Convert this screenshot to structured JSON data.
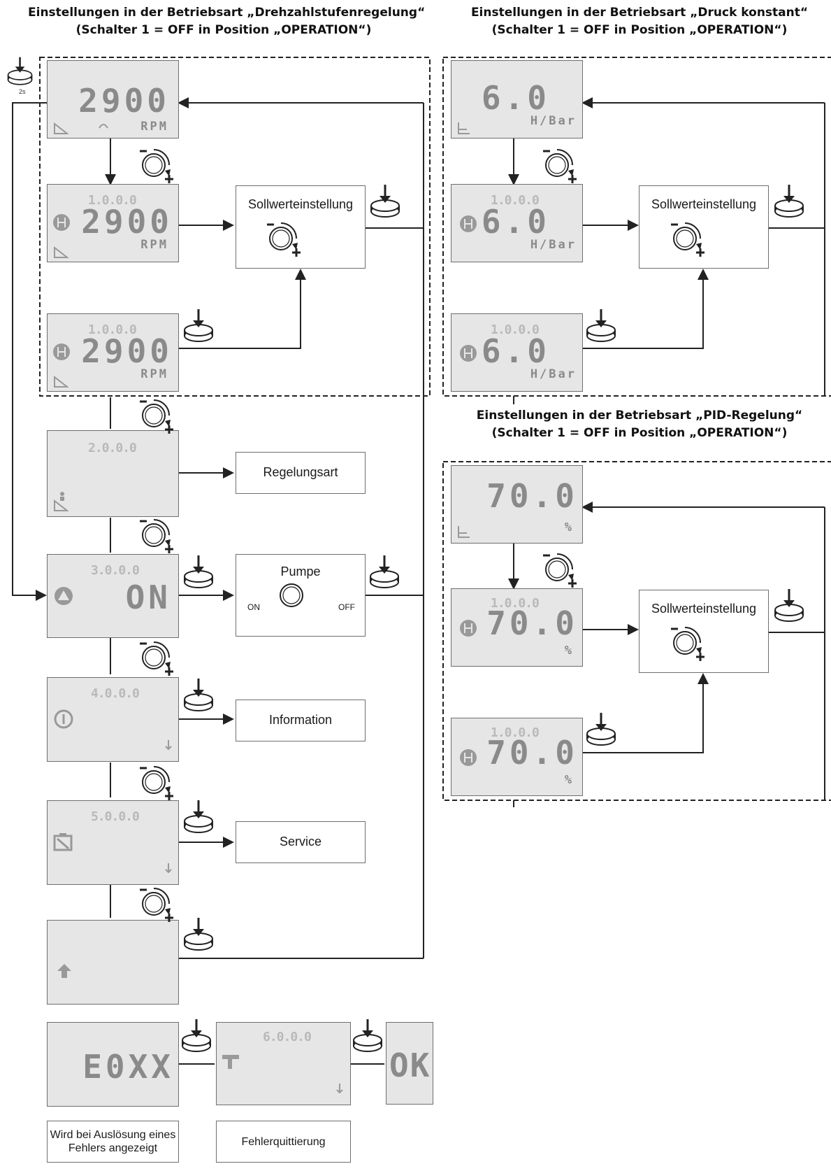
{
  "titles": {
    "left": [
      "Einstellungen in der Betriebsart „Drehzahlstufenregelung“",
      "(Schalter 1 = OFF in Position „OPERATION“)"
    ],
    "top_right": [
      "Einstellungen in der Betriebsart „Druck konstant“",
      "(Schalter 1 = OFF in Position „OPERATION“)"
    ],
    "mid_right": [
      "Einstellungen in der Betriebsart „PID-Regelung“",
      "(Schalter 1 = OFF in Position „OPERATION“)"
    ]
  },
  "left_chain": {
    "main_display": {
      "value": "2900",
      "unit": "RPM"
    },
    "setpoint_display": {
      "code": "1.0.0.0",
      "value": "2900",
      "unit": "RPM"
    },
    "setpoint_confirm_display": {
      "code": "1.0.0.0",
      "value": "2900",
      "unit": "RPM"
    },
    "setpoint_box": "Sollwerteinstellung",
    "menu_2": {
      "code": "2.0.0.0",
      "box": "Regelungsart"
    },
    "menu_3": {
      "code": "3.0.0.0",
      "value": "ON",
      "box": "Pumpe",
      "on_label": "ON",
      "off_label": "OFF"
    },
    "menu_4": {
      "code": "4.0.0.0",
      "box": "Information"
    },
    "menu_5": {
      "code": "5.0.0.0",
      "box": "Service"
    },
    "press_hint": "2s"
  },
  "pressure_chain": {
    "main_display": {
      "value": "6.0",
      "unit": "H/Bar"
    },
    "setpoint_display": {
      "code": "1.0.0.0",
      "value": "6.0",
      "unit": "H/Bar"
    },
    "setpoint_confirm_display": {
      "code": "1.0.0.0",
      "value": "6.0",
      "unit": "H/Bar"
    },
    "setpoint_box": "Sollwerteinstellung"
  },
  "pid_chain": {
    "main_display": {
      "value": "70.0",
      "unit": "%"
    },
    "setpoint_display": {
      "code": "1.0.0.0",
      "value": "70.0",
      "unit": "%"
    },
    "setpoint_confirm_display": {
      "code": "1.0.0.0",
      "value": "70.0",
      "unit": "%"
    },
    "setpoint_box": "Sollwerteinstellung"
  },
  "error_chain": {
    "error_display": "E0XX",
    "error_caption": "Wird bei Auslösung eines Fehlers angezeigt",
    "ack_display": {
      "code": "6.0.0.0"
    },
    "ack_caption": "Fehlerquittierung",
    "ok_display": "OK"
  },
  "icons": [
    "press-button-icon",
    "rotary-knob-icon",
    "back-arrow-icon",
    "pump-icon",
    "info-icon",
    "service-icon",
    "fault-reset-icon"
  ]
}
